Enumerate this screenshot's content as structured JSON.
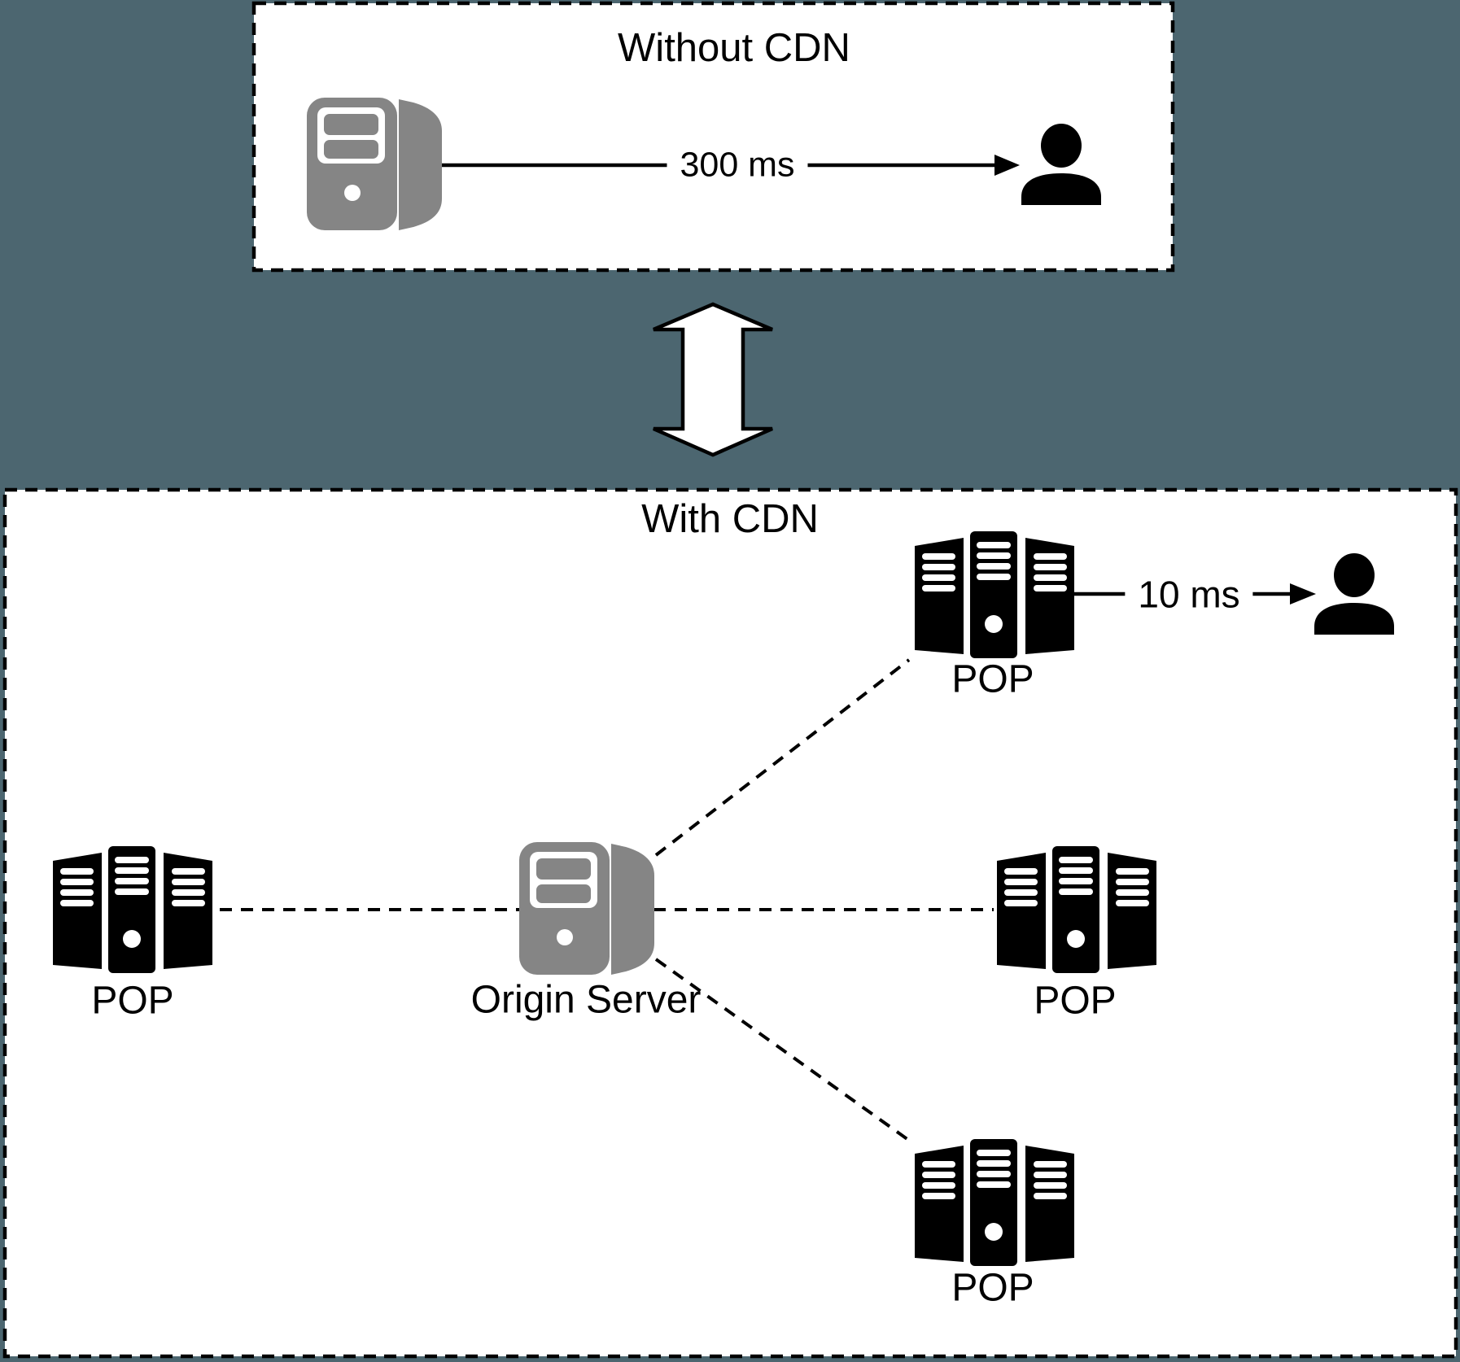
{
  "diagram": {
    "background_color": "#4C6670",
    "panel_background": "#FFFFFF",
    "line_color": "#000000",
    "server_gray_color": "#858585",
    "icon_black_color": "#000000",
    "without_cdn": {
      "title": "Without CDN",
      "latency": "300 ms",
      "server_icon": "tower-server",
      "user_icon": "person"
    },
    "swap_icon": "double-vertical-arrow",
    "with_cdn": {
      "title": "With CDN",
      "latency": "10 ms",
      "origin_label": "Origin Server",
      "origin_icon": "tower-server",
      "pop_icon": "server-rack",
      "user_icon": "person",
      "pop_labels": {
        "top": "POP",
        "left": "POP",
        "right": "POP",
        "bottom": "POP"
      }
    }
  }
}
